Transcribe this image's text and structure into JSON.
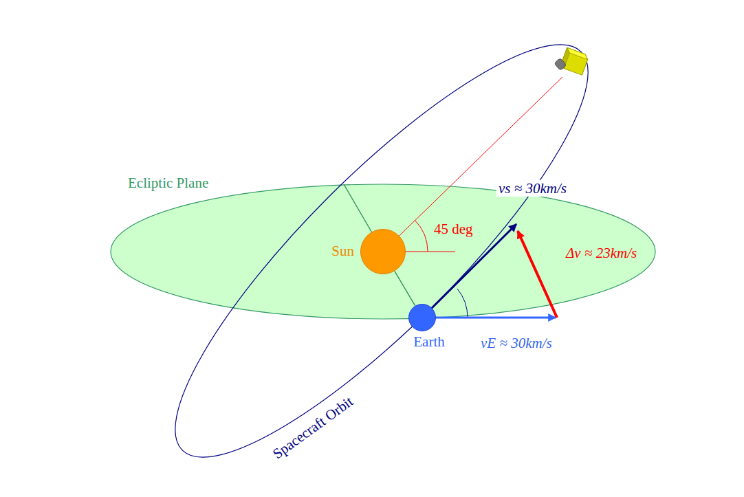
{
  "diagram": {
    "nodes": [
      {
        "text": [
          "Sun"
        ]
      },
      {
        "text": [
          "Earth"
        ]
      }
    ],
    "edges": [
      {
        "from": 0,
        "to": 1,
        "arrow": "none"
      }
    ],
    "labels": [
      "Ecliptic Plane",
      "45 deg",
      "vs ≈ 30km/s",
      "Δv ≈ 23km/s",
      "vE ≈ 30km/s",
      "Spacecraft Orbit"
    ]
  }
}
